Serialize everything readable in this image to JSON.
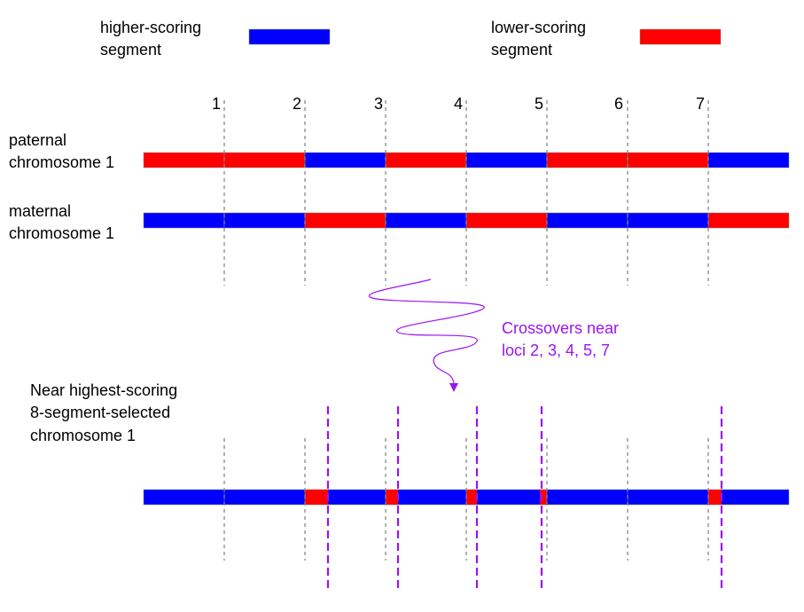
{
  "legend": {
    "higher": {
      "label_line1": "higher-scoring",
      "label_line2": "segment",
      "color": "#0000ff"
    },
    "lower": {
      "label_line1": "lower-scoring",
      "label_line2": "segment",
      "color": "#ff0000"
    }
  },
  "loci": [
    "1",
    "2",
    "3",
    "4",
    "5",
    "6",
    "7"
  ],
  "paternal": {
    "label_line1": "paternal",
    "label_line2": "chromosome 1",
    "segments": [
      "lower",
      "lower",
      "higher",
      "lower",
      "higher",
      "lower",
      "lower",
      "higher"
    ]
  },
  "maternal": {
    "label_line1": "maternal",
    "label_line2": "chromosome 1",
    "segments": [
      "higher",
      "higher",
      "lower",
      "higher",
      "lower",
      "higher",
      "higher",
      "lower"
    ]
  },
  "crossover_note": {
    "line1": "Crossovers near",
    "line2": "loci 2, 3, 4, 5, 7",
    "color": "#9a14f2"
  },
  "result": {
    "label_line1": "Near highest-scoring",
    "label_line2": "8-segment-selected",
    "label_line3": "chromosome 1"
  },
  "colors": {
    "higher": "#0000ff",
    "lower": "#ff0000",
    "crossover": "#9a14f2",
    "locus_line": "#888888"
  }
}
